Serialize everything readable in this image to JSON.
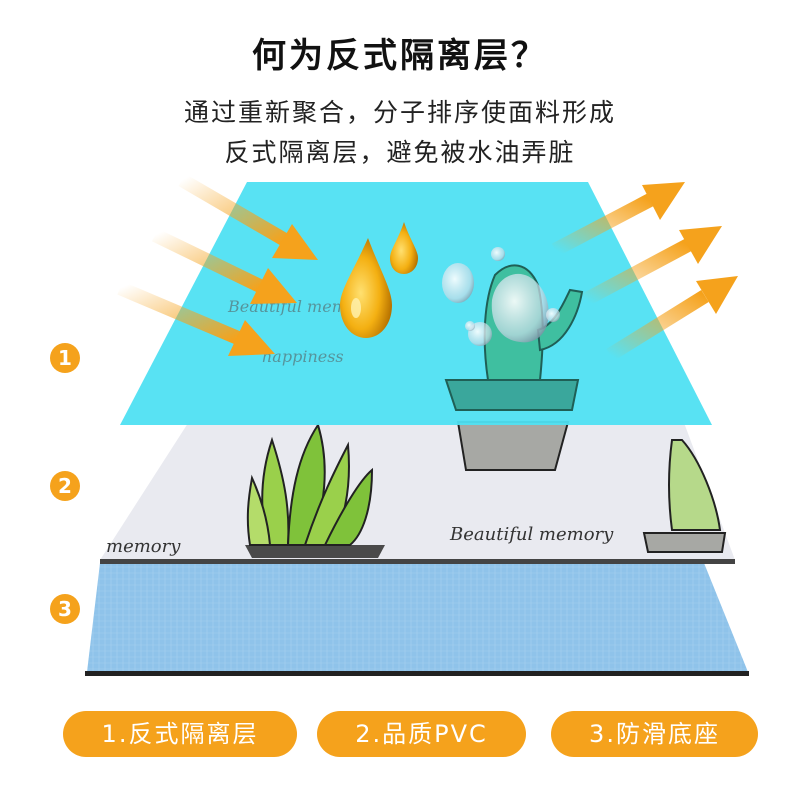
{
  "header": {
    "title": "何为反式隔离层？",
    "subtitle_line1": "通过重新聚合，分子排序使面料形成",
    "subtitle_line2": "反式隔离层，避免被水油弄脏"
  },
  "layers": {
    "markers": [
      "1",
      "2",
      "3"
    ],
    "print_texts": {
      "top_beautiful": "Beautiful memory",
      "top_happiness": "happiness",
      "middle_memory_left": "memory",
      "middle_beautiful": "Beautiful memory"
    }
  },
  "labels": [
    "1.反式隔离层",
    "2.品质PVC",
    "3.防滑底座"
  ],
  "colors": {
    "accent": "#f5a21c",
    "isolation_layer": "#4fe0f2",
    "base_layer": "#8fc3ea",
    "oil_drop": "#f2a20a",
    "water_drop": "#d8e4ea"
  }
}
